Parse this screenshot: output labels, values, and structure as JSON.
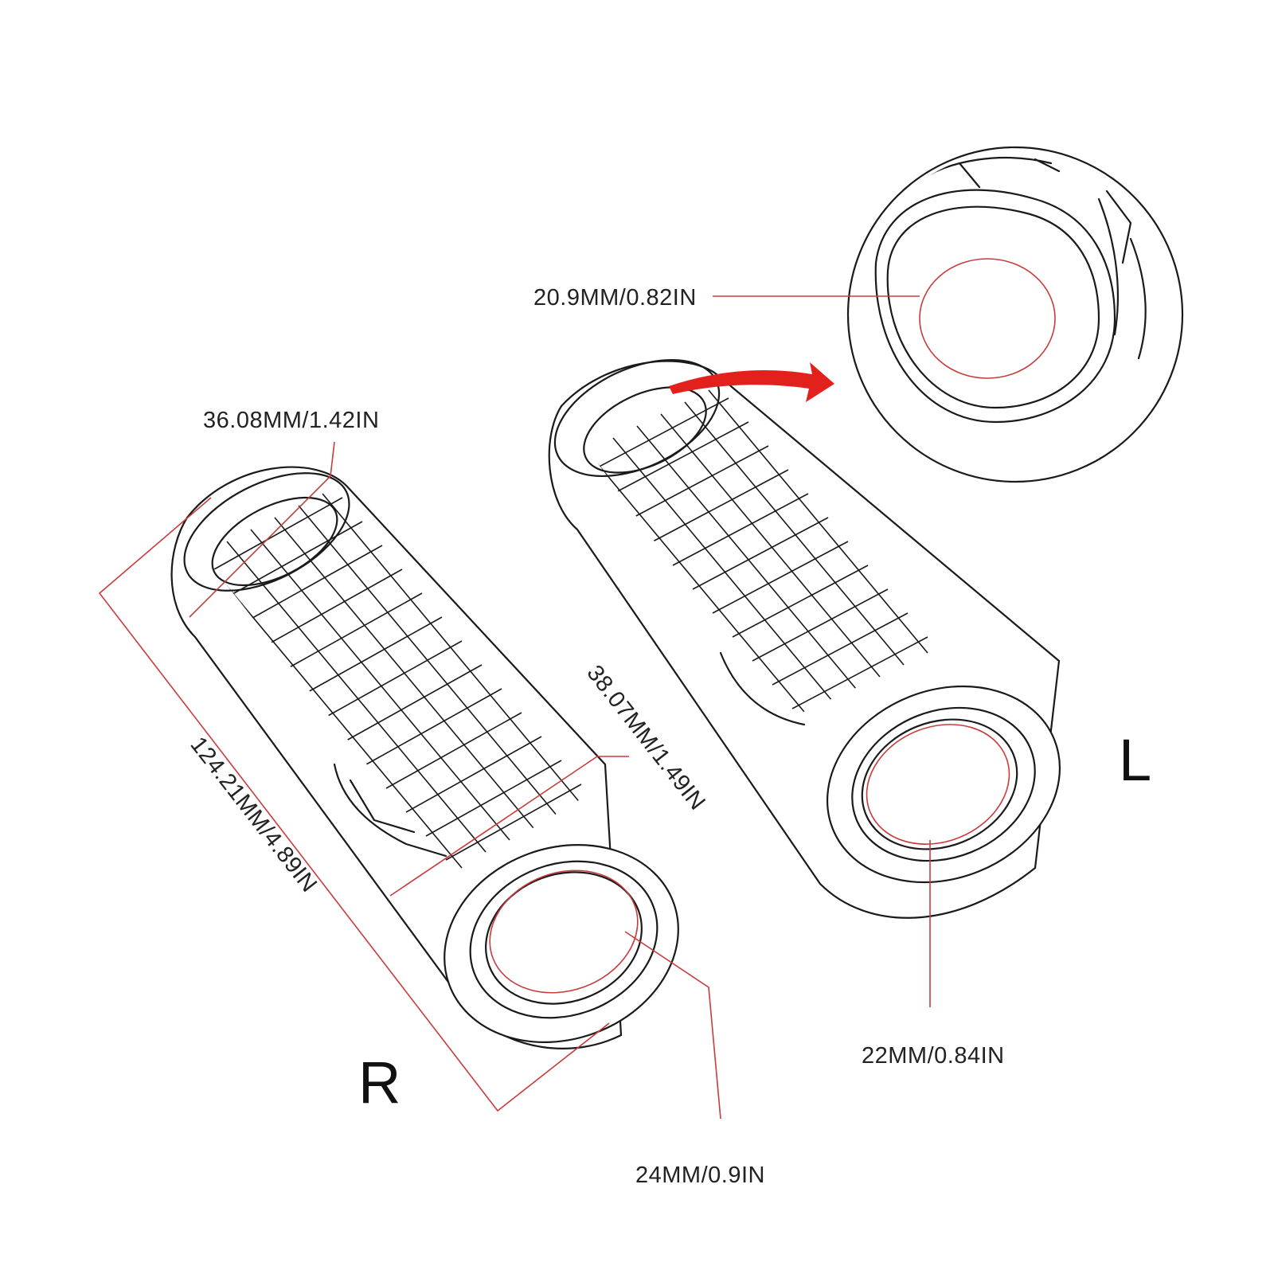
{
  "dimensions": {
    "right_grip_outer_end": "36.08MM/1.42IN",
    "right_grip_outer_near": "38.07MM/1.49IN",
    "right_grip_length": "124.21MM/4.89IN",
    "right_grip_inner": "24MM/0.9IN",
    "left_grip_inner": "22MM/0.84IN",
    "left_grip_detail_inner": "20.9MM/0.82IN"
  },
  "sides": {
    "right": "R",
    "left": "L"
  },
  "colors": {
    "outline": "#1a1a1a",
    "dimension_line": "#c83c3c",
    "arrow": "#e3211c"
  }
}
